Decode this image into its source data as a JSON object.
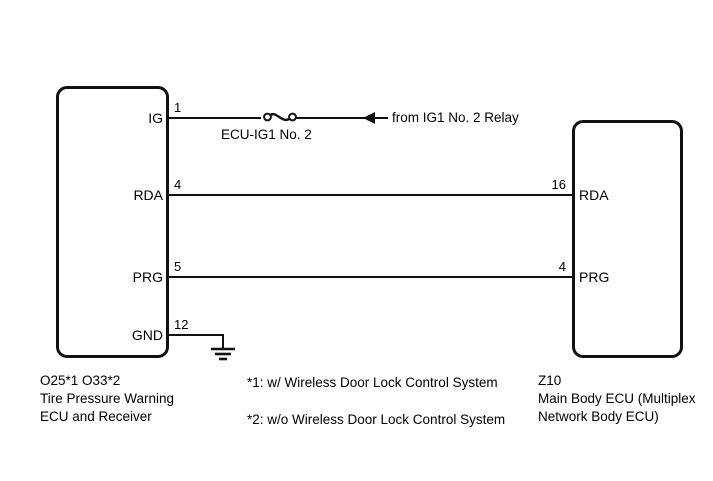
{
  "diagram": {
    "type": "automotive-wiring-diagram",
    "background_color": "#ffffff",
    "line_color": "#111111"
  },
  "left_connector": {
    "id_line": "O25*1 O33*2",
    "name_line1": "Tire Pressure Warning",
    "name_line2": "ECU and Receiver",
    "pins": [
      {
        "number": "1",
        "label": "IG"
      },
      {
        "number": "4",
        "label": "RDA"
      },
      {
        "number": "5",
        "label": "PRG"
      },
      {
        "number": "12",
        "label": "GND"
      }
    ]
  },
  "right_connector": {
    "id_line": "Z10",
    "name_line1": "Main Body ECU (Multiplex",
    "name_line2": "Network Body ECU)",
    "pins": [
      {
        "number": "16",
        "label": "RDA"
      },
      {
        "number": "4",
        "label": "PRG"
      }
    ]
  },
  "components": {
    "fuse_label": "ECU-IG1 No. 2",
    "source_label": "from IG1 No. 2 Relay",
    "fuse_icon": "fuse-icon",
    "arrow_icon": "arrow-left-icon",
    "ground_icon": "ground-icon"
  },
  "footnotes": [
    "*1: w/ Wireless Door Lock Control System",
    "*2: w/o Wireless Door Lock Control System"
  ]
}
